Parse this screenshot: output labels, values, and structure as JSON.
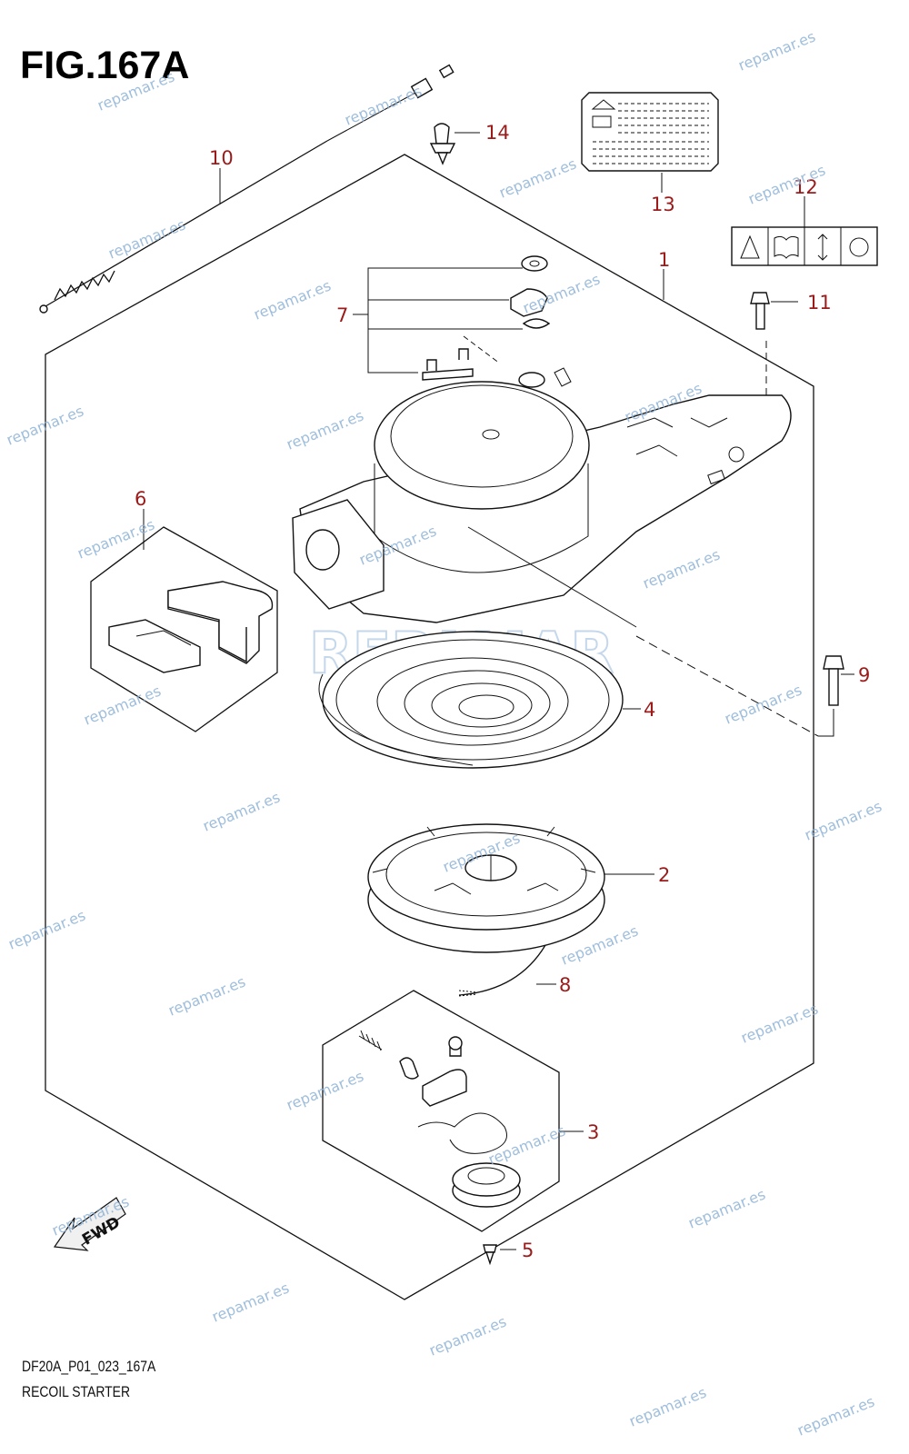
{
  "figure": {
    "title": "FIG.167A",
    "code": "DF20A_P01_023_167A",
    "name": "RECOIL STARTER"
  },
  "callouts": [
    "1",
    "2",
    "3",
    "4",
    "5",
    "6",
    "7",
    "8",
    "9",
    "10",
    "11",
    "12",
    "13",
    "14"
  ],
  "fwd_label": "FWD",
  "watermark": {
    "text": "repamar.es",
    "logo_text": "REPAMAR",
    "color": "#8fb3d6"
  },
  "colors": {
    "callout": "#9b1b1b",
    "line": "#111111"
  }
}
